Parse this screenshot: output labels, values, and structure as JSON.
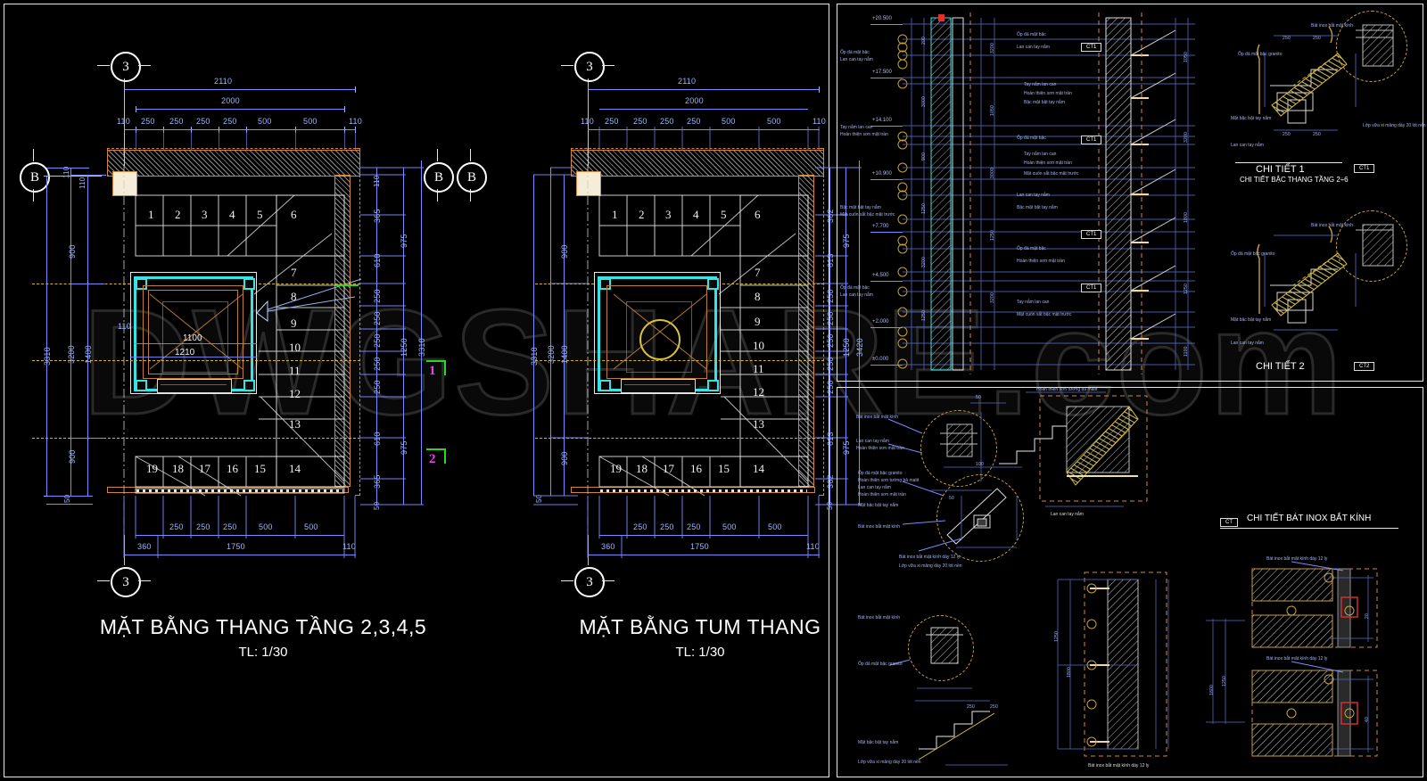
{
  "sheet": {
    "watermark": "DWGSHARE.com",
    "background_color": "#000000",
    "dim_color": "#9db4ff",
    "wall_color": "#d2873c",
    "shaft_color": "#37e4e4",
    "section_color": "#f040f0"
  },
  "plan_left": {
    "title": "MẶT BẰNG THANG TẦNG 2,3,4,5",
    "scale": "TL: 1/30",
    "grid_bubbles": [
      {
        "label": "3",
        "position": "top-left"
      },
      {
        "label": "B",
        "position": "left"
      },
      {
        "label": "B",
        "position": "right"
      },
      {
        "label": "B",
        "position": "right-outer"
      },
      {
        "label": "3",
        "position": "bottom-left"
      }
    ],
    "dims_top": {
      "overall": "2110",
      "inner": "2000",
      "chain": [
        "110",
        "250",
        "250",
        "250",
        "250",
        "500",
        "500",
        "110"
      ]
    },
    "dims_bottom": {
      "chain": [
        "250",
        "250",
        "250",
        "500",
        "500"
      ],
      "overall": [
        "360",
        "1750",
        "110"
      ]
    },
    "dims_left": {
      "overall": "3310",
      "inner": "3200",
      "chain": [
        "110",
        "110",
        "900",
        "1400",
        "900",
        "50"
      ]
    },
    "dims_right": {
      "overall": "3310",
      "chain": [
        "110",
        "365",
        "610",
        "250",
        "250",
        "250",
        "250",
        "250",
        "610",
        "365",
        "50"
      ],
      "groups": [
        "975",
        "1250",
        "975"
      ]
    },
    "step_numbers_upper": [
      "1",
      "2",
      "3",
      "4",
      "5",
      "6"
    ],
    "step_numbers_right": [
      "7",
      "8",
      "9",
      "10",
      "11",
      "12",
      "13"
    ],
    "step_numbers_lower": [
      "19",
      "18",
      "17",
      "16",
      "15",
      "14"
    ],
    "shaft_labels": [
      "1100",
      "1210"
    ],
    "section_marks": [
      "1",
      "2"
    ]
  },
  "plan_right": {
    "title": "MẶT BẰNG TUM THANG",
    "scale": "TL: 1/30",
    "grid_bubbles": [
      {
        "label": "3",
        "position": "top-left"
      },
      {
        "label": "3",
        "position": "bottom-left"
      }
    ],
    "dims_top": {
      "overall": "2110",
      "inner": "2000",
      "chain": [
        "110",
        "250",
        "250",
        "250",
        "250",
        "500",
        "500",
        "110"
      ]
    },
    "dims_bottom": {
      "chain": [
        "250",
        "250",
        "250",
        "500",
        "500"
      ],
      "overall": [
        "360",
        "1750",
        "110"
      ]
    },
    "dims_left": {
      "overall": "3310",
      "inner": "3200",
      "chain": [
        "900",
        "1400",
        "900",
        "50"
      ]
    },
    "dims_right": {
      "overall": "3310",
      "chain": [
        "362",
        "613",
        "250",
        "250",
        "250",
        "250",
        "250",
        "613",
        "362",
        "50"
      ],
      "groups": [
        "975",
        "1250",
        "975",
        "3420"
      ]
    },
    "step_numbers_upper": [
      "1",
      "2",
      "3",
      "4",
      "5",
      "6"
    ],
    "step_numbers_right": [
      "7",
      "8",
      "9",
      "10",
      "11",
      "12",
      "13"
    ],
    "step_numbers_lower": [
      "19",
      "18",
      "17",
      "16",
      "15",
      "14"
    ]
  },
  "section_panel": {
    "levels": [
      "+20.500",
      "+17.500",
      "+14.100",
      "+10.900",
      "+7.700",
      "+4.500",
      "+2.000",
      "±0.000"
    ],
    "vertical_dims": [
      "200",
      "3000",
      "900",
      "1250",
      "3200",
      "1250",
      "3200",
      "1050",
      "3000",
      "1250",
      "3200",
      "1050",
      "3200",
      "1800",
      "1250",
      "1100"
    ],
    "column_tags": [
      "CT1",
      "CT1",
      "CT1",
      "CT1"
    ],
    "notes": [
      "Ốp đá mặt bậc",
      "Lan can tay nắm",
      "Tay nắm lan can",
      "Hoàn thiện sơn mặt trần",
      "Bậc mặt bật tay nắm",
      "Mặt cuốn sắt bậc mặt trước"
    ],
    "details": [
      {
        "id": "CT1",
        "label": "CHI TIẾT 1",
        "sub": "CHI TIẾT BẬC THANG TẦNG 2÷6"
      },
      {
        "id": "CT2",
        "label": "CHI TIẾT 2",
        "sub": ""
      }
    ]
  },
  "detail_panel": {
    "details": [
      {
        "id": "CT",
        "label": "CHI TIẾT BÁT INOX BẮT KÍNH"
      }
    ],
    "notes": [
      "Bát inox bắt mặt kính",
      "Lan can tay nắm",
      "Hoàn thiện sơn mặt trần",
      "Ốp đá mặt bậc granito",
      "Hoàn thiện sơn tường bả matit",
      "Mặt bậc bật tay nắm",
      "Lớp vữa xi măng dày 20 lót nền",
      "Bát inox bắt mặt kính dày 12 ly"
    ],
    "dims": [
      "100",
      "1250",
      "1260",
      "1800",
      "250",
      "250",
      "50",
      "50",
      "60",
      "20",
      "40"
    ]
  }
}
